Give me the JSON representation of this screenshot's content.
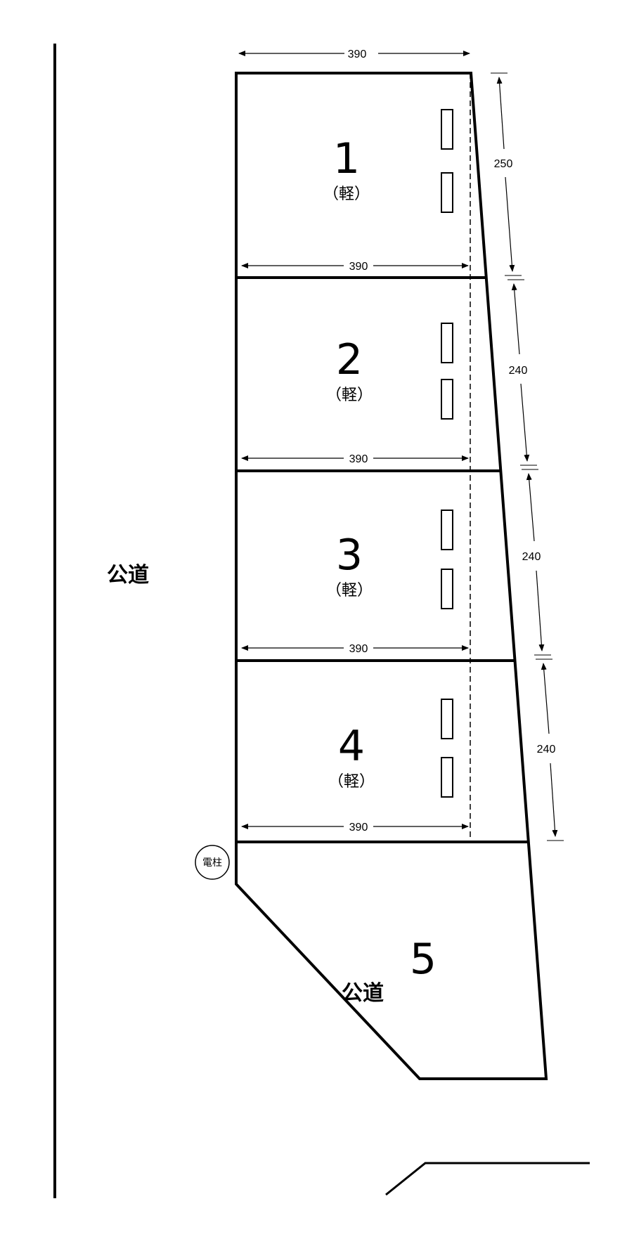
{
  "road_labels": {
    "left": "公道",
    "bottom": "公道"
  },
  "spaces": [
    {
      "number": "1",
      "type": "（軽）"
    },
    {
      "number": "2",
      "type": "（軽）"
    },
    {
      "number": "3",
      "type": "（軽）"
    },
    {
      "number": "4",
      "type": "（軽）"
    },
    {
      "number": "5"
    }
  ],
  "dimensions": {
    "top_width": "390",
    "row_widths": [
      "390",
      "390",
      "390",
      "390"
    ],
    "depths": [
      "250",
      "240",
      "240",
      "240"
    ]
  },
  "utility_pole": {
    "label": "電柱"
  }
}
